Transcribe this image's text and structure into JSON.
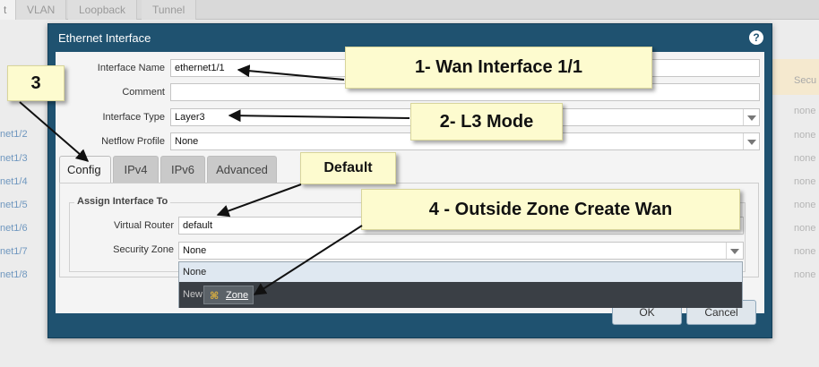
{
  "background": {
    "tabs": [
      "t",
      "VLAN",
      "Loopback",
      "Tunnel"
    ],
    "header_partial": "Secu",
    "left_rows": [
      "net1/2",
      "net1/3",
      "net1/4",
      "net1/5",
      "net1/6",
      "net1/7",
      "net1/8"
    ],
    "right_rows": [
      "none",
      "none",
      "none",
      "none",
      "none",
      "none",
      "none",
      "none"
    ]
  },
  "dialog": {
    "title": "Ethernet Interface",
    "help_glyph": "?",
    "fields": {
      "interface_name": {
        "label": "Interface Name",
        "value": "ethernet1/1"
      },
      "comment": {
        "label": "Comment",
        "value": ""
      },
      "interface_type": {
        "label": "Interface Type",
        "value": "Layer3"
      },
      "netflow_profile": {
        "label": "Netflow Profile",
        "value": "None"
      }
    },
    "tabs": [
      "Config",
      "IPv4",
      "IPv6",
      "Advanced"
    ],
    "active_tab": "Config",
    "assign_section": {
      "legend": "Assign Interface To",
      "virtual_router": {
        "label": "Virtual Router",
        "value": "default"
      },
      "security_zone": {
        "label": "Security Zone",
        "value": "None"
      }
    },
    "zone_dropdown": {
      "option_none": "None",
      "new_label": "New",
      "zone_link": "Zone"
    },
    "buttons": {
      "ok": "OK",
      "cancel": "Cancel"
    }
  },
  "annotations": {
    "note1": "1- Wan Interface 1/1",
    "note2": "2- L3 Mode",
    "note3": "3",
    "note_default": "Default",
    "note4": "4 - Outside Zone Create Wan"
  },
  "colors": {
    "dialog_frame": "#1f5270",
    "note_bg": "#fdfbcf",
    "dropdown_highlight": "#dfe8f1",
    "new_bar": "#3a3f45"
  }
}
